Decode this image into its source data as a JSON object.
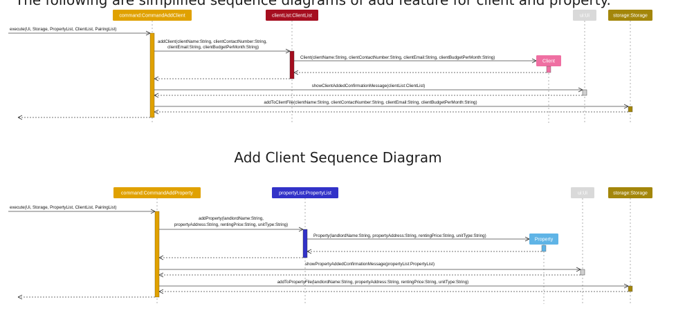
{
  "intro_text": "The following are simplified sequence diagrams of add feature for client and property.",
  "diagrams": [
    {
      "caption": "Add Client Sequence Diagram",
      "participants": {
        "command": "command:CommandAddClient",
        "list": "clientList:ClientList",
        "ui": "ui:Ui",
        "storage": "storage:Storage",
        "created": "Client"
      },
      "messages": {
        "execute": "execute(Ui, Storage, PropertyList, ClientList, PairingList)",
        "add_line1": "addClient(clientName:String, clientContactNumber:String,",
        "add_line2": "clientEmail:String, clientBudgetPerMonth:String)",
        "construct": "Client(clientName:String, clientContactNumber:String, clientEmail:String, clientBudgetPerMonth:String)",
        "show": "showClientAddedConfirmationMessage(clientList:ClientList)",
        "file": "addToClientFile(clientName:String, clientContactNumber:String, clientEmail:String, clientBudgetPerMonth:String)"
      },
      "colors": {
        "command": "#e0a100",
        "list": "#a50e1f",
        "ui": "#d9d9d9",
        "storage": "#a3860a",
        "created": "#ef6fa2"
      }
    },
    {
      "participants": {
        "command": "command:CommandAddProperty",
        "list": "propertyList:PropertyList",
        "ui": "ui:Ui",
        "storage": "storage:Storage",
        "created": "Property"
      },
      "messages": {
        "execute": "execute(Ui, Storage, PropertyList, ClientList, PairingList)",
        "add_line1": "addProperty(landlordName:String,",
        "add_line2": "propertyAddress:String, rentingPrice:String, unitType:String)",
        "construct": "Property(landlordName:String, propertyAddress:String, rentingPrice:String, unitType:String)",
        "show": "showPropertyAddedConfirmationMessage(propertyList:PropertyList)",
        "file": "addToPropertyFile(landlordName:String, propertyAddress:String, rentingPrice:String, unitType:String)"
      },
      "colors": {
        "command": "#e0a100",
        "list": "#3232c8",
        "ui": "#d9d9d9",
        "storage": "#a3860a",
        "created": "#5fb4e6"
      }
    }
  ]
}
